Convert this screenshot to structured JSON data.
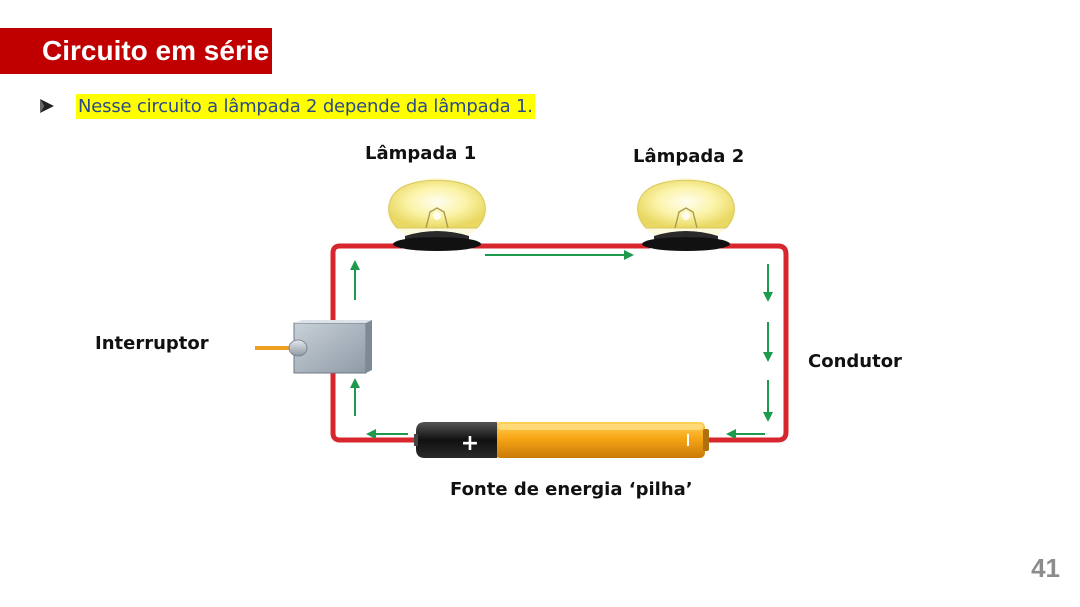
{
  "slide": {
    "title": "Circuito em série",
    "bullet": "Nesse circuito a lâmpada 2 depende da lâmpada 1.",
    "page_number": "41"
  },
  "diagram": {
    "bulb1_label": "Lâmpada 1",
    "bulb2_label": "Lâmpada 2",
    "switch_label": "Interruptor",
    "conductor_label": "Condutor",
    "battery_label": "Fonte de energia ‘pilha’",
    "battery_symbol": "+",
    "colors": {
      "wire": "#d7262d",
      "arrow": "#1e9a4e",
      "battery_body": "#f5a81c",
      "title_bar": "#c00000",
      "highlight": "#ffff00"
    }
  }
}
